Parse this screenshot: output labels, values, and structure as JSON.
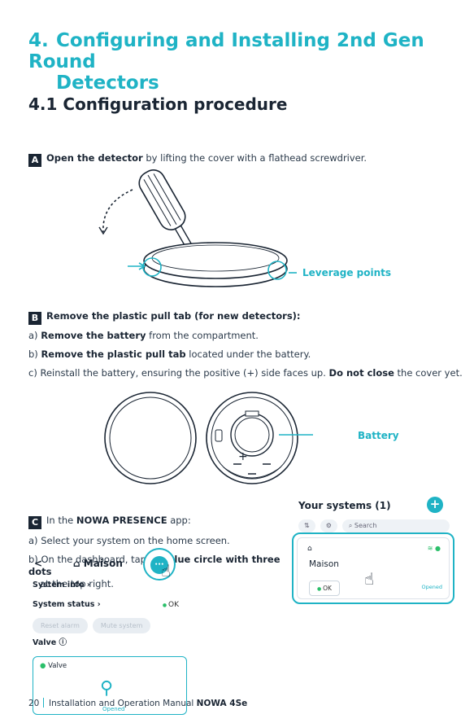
{
  "section": {
    "number": "4.",
    "title_line1": "Configuring and Installing 2nd Gen Round",
    "title_line2": "Detectors"
  },
  "subsection": {
    "title": "4.1 Configuration procedure"
  },
  "step_a": {
    "badge": "A",
    "bold": "Open the detector",
    "text": " by lifting the cover with a flathead screwdriver.",
    "callout": "Leverage points"
  },
  "step_b": {
    "badge": "B",
    "bold": "Remove the plastic pull tab (for new detectors):",
    "a_prefix": "a) ",
    "a_bold": "Remove the battery",
    "a_text": " from the compartment.",
    "b_prefix": "b) ",
    "b_bold": "Remove the plastic pull tab",
    "b_text": " located under the battery.",
    "c_text": "c)  Reinstall the battery, ensuring the positive (+) side faces up. ",
    "c_bold": "Do not close",
    "c_text2": " the cover yet.",
    "callout": "Battery",
    "plus_sign": "+"
  },
  "step_c": {
    "badge": "C",
    "text": "In the ",
    "bold": "NOWA PRESENCE",
    "text2": " app:",
    "a_text": "a) Select your system on the home screen.",
    "b_text": "b) On the dashboard, tap the ",
    "b_bold": "blue circle with three dots",
    "b_text2": "at the top right."
  },
  "app_systems": {
    "title": "Your systems (1)",
    "plus": "+",
    "search_placeholder": "Search",
    "system_name": "Maison",
    "status": "OK",
    "valve_state": "Opened"
  },
  "app_dashboard": {
    "back": "<",
    "title": "Maison",
    "more": "•••",
    "system_info": "System info ›",
    "system_status": "System status ›",
    "status_value": "OK",
    "reset_alarm": "Reset alarm",
    "mute_system": "Mute system",
    "valve_section": "Valve ⓘ",
    "valve_tag": "Valve",
    "valve_state": "Opened"
  },
  "footer": {
    "page": "20",
    "text": "Installation and Operation Manual ",
    "product": "NOWA 4Se"
  },
  "colors": {
    "accent": "#1fb3c5",
    "dark": "#1a2533",
    "ok": "#2bbf6a"
  }
}
